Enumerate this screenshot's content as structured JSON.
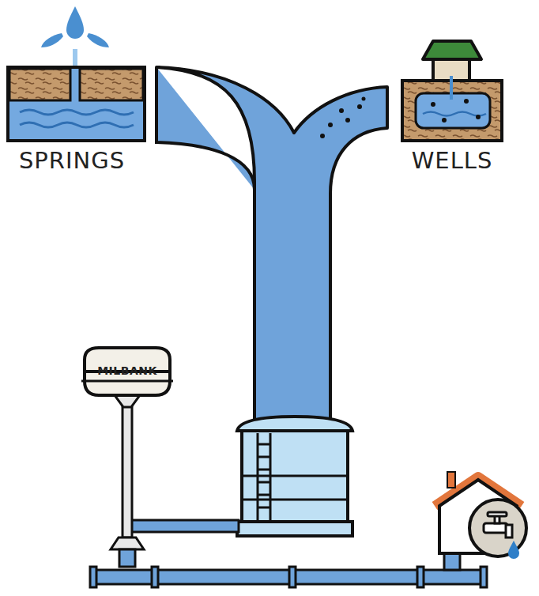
{
  "diagram": {
    "labels": [
      "SPRINGS",
      "WELLS",
      "MILBANK"
    ]
  }
}
